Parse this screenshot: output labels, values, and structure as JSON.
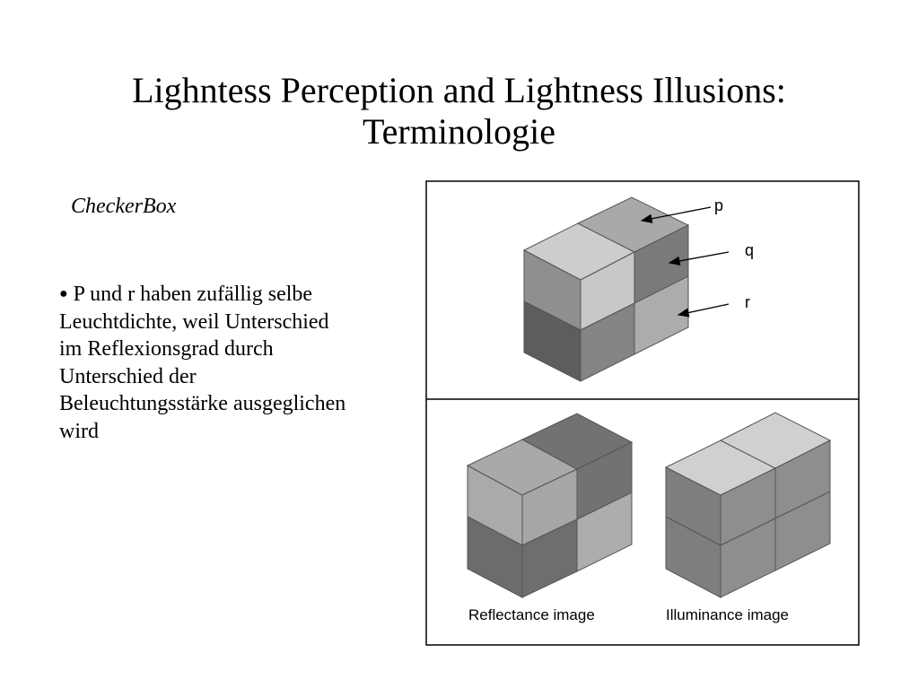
{
  "slide": {
    "title_line1": "Lighntess Perception and Lightness Illusions:",
    "title_line2": "Terminologie",
    "subtitle": "CheckerBox",
    "bullet_text": "P und r haben zufällig selbe Leuchtdichte, weil Unterschied im Reflexionsgrad durch Unterschied der Beleuchtungsstärke ausgeglichen wird"
  },
  "figure": {
    "label_p": "p",
    "label_q": "q",
    "label_r": "r",
    "caption_reflectance": "Reflectance image",
    "caption_illuminance": "Illuminance image"
  }
}
